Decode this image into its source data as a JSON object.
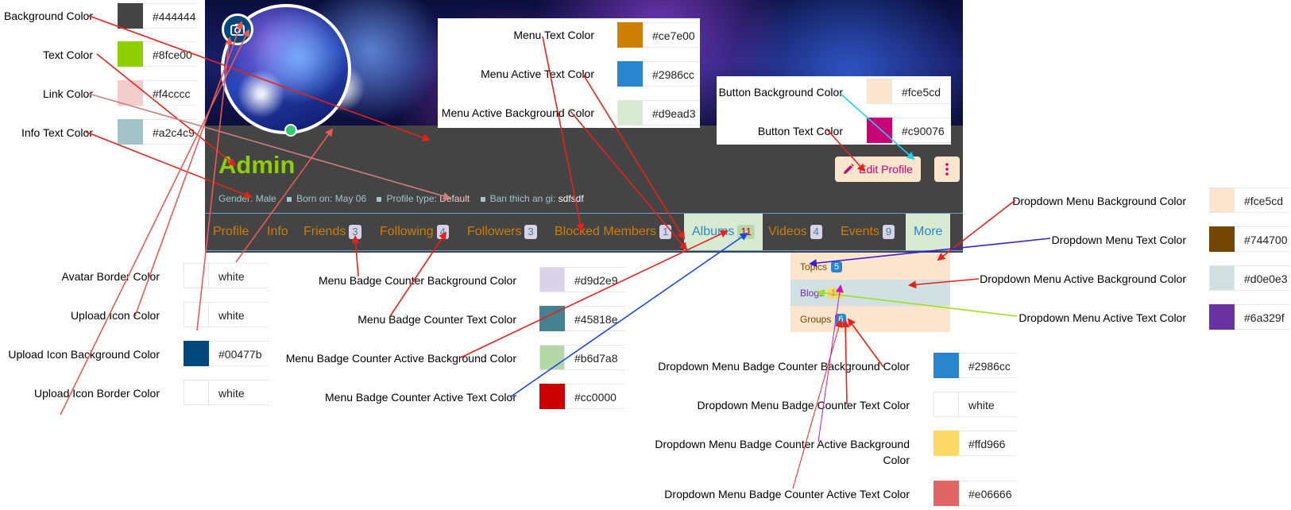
{
  "profile": {
    "name": "Admin",
    "info": [
      {
        "label": "Gender:",
        "value": "Male"
      },
      {
        "label": "Born on:",
        "value": "May 06"
      },
      {
        "label": "Profile type:",
        "value": "Default"
      },
      {
        "label": "Ban thich an gi:",
        "value": "sdfsdf"
      }
    ],
    "edit_button": "Edit Profile",
    "menu": [
      {
        "label": "Profile"
      },
      {
        "label": "Info"
      },
      {
        "label": "Friends",
        "count": "3"
      },
      {
        "label": "Following",
        "count": "4"
      },
      {
        "label": "Followers",
        "count": "3"
      },
      {
        "label": "Blocked Members",
        "count": "1"
      },
      {
        "label": "Albums",
        "count": "11",
        "active": true
      },
      {
        "label": "Videos",
        "count": "4"
      },
      {
        "label": "Events",
        "count": "9"
      },
      {
        "label": "More"
      }
    ],
    "dropdown": [
      {
        "label": "Topics",
        "count": "5"
      },
      {
        "label": "Blogs",
        "count": "15",
        "active": true
      },
      {
        "label": "Groups",
        "count": "6"
      }
    ]
  },
  "settings": [
    {
      "label": "Background Color",
      "value": "#444444",
      "swatch": "#444444"
    },
    {
      "label": "Text Color",
      "value": "#8fce00",
      "swatch": "#8fce00"
    },
    {
      "label": "Link Color",
      "value": "#f4cccc",
      "swatch": "#f4cccc"
    },
    {
      "label": "Info Text Color",
      "value": "#a2c4c9",
      "swatch": "#a2c4c9"
    },
    {
      "label": "Menu Text Color",
      "value": "#ce7e00",
      "swatch": "#ce7e00"
    },
    {
      "label": "Menu Active Text Color",
      "value": "#2986cc",
      "swatch": "#2986cc"
    },
    {
      "label": "Menu Active Background Color",
      "value": "#d9ead3",
      "swatch": "#d9ead3"
    },
    {
      "label": "Button Background Color",
      "value": "#fce5cd",
      "swatch": "#fce5cd"
    },
    {
      "label": "Button Text Color",
      "value": "#c90076",
      "swatch": "#c90076"
    },
    {
      "label": "Avatar Border Color",
      "value": "white",
      "swatch": "#ffffff"
    },
    {
      "label": "Upload Icon Color",
      "value": "white",
      "swatch": "#ffffff"
    },
    {
      "label": "Upload Icon Background Color",
      "value": "#00477b",
      "swatch": "#00477b"
    },
    {
      "label": "Upload Icon Border Color",
      "value": "white",
      "swatch": "#ffffff"
    },
    {
      "label": "Menu Badge Counter Background Color",
      "value": "#d9d2e9",
      "swatch": "#d9d2e9"
    },
    {
      "label": "Menu Badge Counter Text Color",
      "value": "#45818e",
      "swatch": "#45818e"
    },
    {
      "label": "Menu Badge Counter Active Background Color",
      "value": "#b6d7a8",
      "swatch": "#b6d7a8"
    },
    {
      "label": "Menu Badge Counter Active Text Color",
      "value": "#cc0000",
      "swatch": "#cc0000"
    },
    {
      "label": "Dropdown Menu Background Color",
      "value": "#fce5cd",
      "swatch": "#fce5cd"
    },
    {
      "label": "Dropdown Menu Text Color",
      "value": "#744700",
      "swatch": "#744700"
    },
    {
      "label": "Dropdown Menu Active Background Color",
      "value": "#d0e0e3",
      "swatch": "#d0e0e3"
    },
    {
      "label": "Dropdown Menu Active Text Color",
      "value": "#6a329f",
      "swatch": "#6a329f"
    },
    {
      "label": "Dropdown Menu Badge Counter Background Color",
      "value": "#2986cc",
      "swatch": "#2986cc"
    },
    {
      "label": "Dropdown Menu Badge Counter Text Color",
      "value": "white",
      "swatch": "#ffffff"
    },
    {
      "label": "Dropdown Menu Badge Counter Active Background Color",
      "value": "#ffd966",
      "swatch": "#ffd966"
    },
    {
      "label": "Dropdown Menu Badge Counter Active Text Color",
      "value": "#e06666",
      "swatch": "#e06666"
    }
  ]
}
